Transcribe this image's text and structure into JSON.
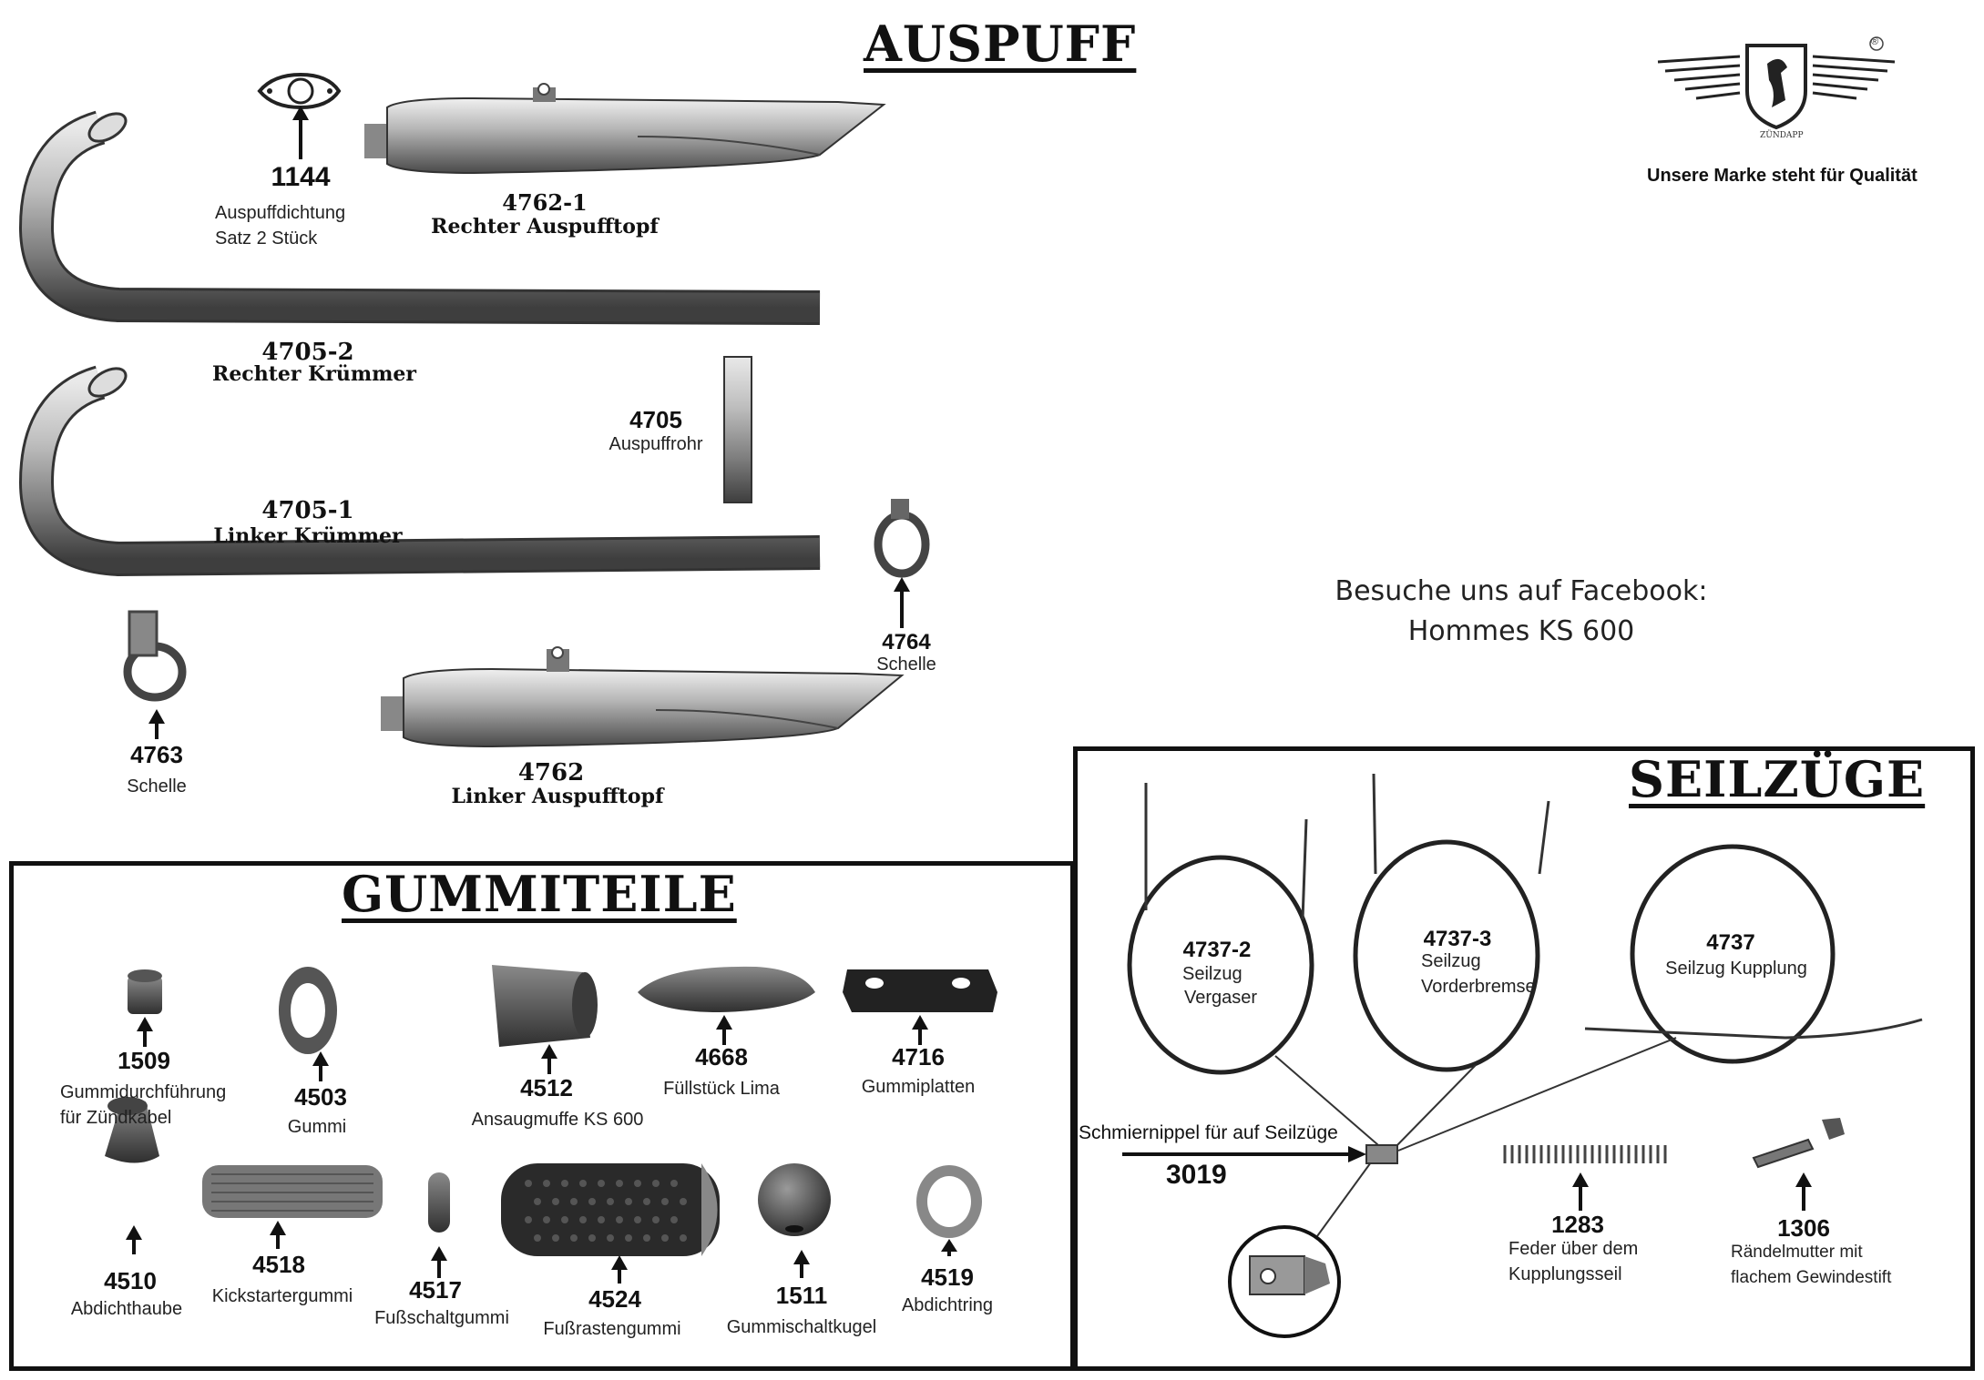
{
  "auspuff": {
    "title": "AUSPUFF",
    "parts": [
      {
        "number": "1144",
        "name": "Auspuffdichtung",
        "name2": "Satz 2 Stück"
      },
      {
        "number": "4762-1",
        "name": "Rechter Auspufftopf"
      },
      {
        "number": "4705-2",
        "name": "Rechter Krümmer"
      },
      {
        "number": "4705",
        "name": "Auspuffrohr"
      },
      {
        "number": "4705-1",
        "name": "Linker Krümmer"
      },
      {
        "number": "4764",
        "name": "Schelle"
      },
      {
        "number": "4763",
        "name": "Schelle"
      },
      {
        "number": "4762",
        "name": "Linker Auspufftopf"
      }
    ]
  },
  "brand": {
    "logo_text": "ZÜNDAPP",
    "registered": "®",
    "tagline": "Unsere Marke steht für Qualität"
  },
  "facebook": {
    "line1": "Besuche uns auf Facebook:",
    "line2": "Hommes KS 600"
  },
  "gummiteile": {
    "title": "GUMMITEILE",
    "parts": [
      {
        "number": "1509",
        "name": "Gummidurchführung",
        "name2": "für Zündkabel"
      },
      {
        "number": "4503",
        "name": "Gummi"
      },
      {
        "number": "4512",
        "name": "Ansaugmuffe KS 600"
      },
      {
        "number": "4668",
        "name": "Füllstück Lima"
      },
      {
        "number": "4716",
        "name": "Gummiplatten"
      },
      {
        "number": "4510",
        "name": "Abdichthaube"
      },
      {
        "number": "4518",
        "name": "Kickstartergummi"
      },
      {
        "number": "4517",
        "name": "Fußschaltgummi"
      },
      {
        "number": "4524",
        "name": "Fußrastengummi"
      },
      {
        "number": "1511",
        "name": "Gummischaltkugel"
      },
      {
        "number": "4519",
        "name": "Abdichtring"
      }
    ]
  },
  "seilzuege": {
    "title": "SEILZÜGE",
    "parts": [
      {
        "number": "4737-2",
        "name": "Seilzug",
        "name2": "Vergaser"
      },
      {
        "number": "4737-3",
        "name": "Seilzug",
        "name2": "Vorderbremse"
      },
      {
        "number": "4737",
        "name": "Seilzug Kupplung"
      },
      {
        "number": "3019",
        "name": "Schmiernippel für auf Seilzüge"
      },
      {
        "number": "1283",
        "name": "Feder über dem",
        "name2": "Kupplungsseil"
      },
      {
        "number": "1306",
        "name": "Rändelmutter mit",
        "name2": "flachem Gewindestift"
      }
    ]
  }
}
